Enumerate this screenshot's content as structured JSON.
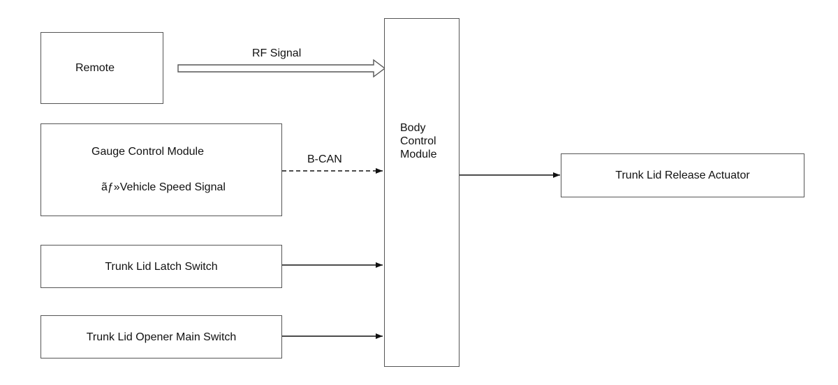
{
  "blocks": {
    "remote": "Remote",
    "gauge_title": "Gauge Control Module",
    "gauge_signal": "ãƒ»Vehicle Speed Signal",
    "latch_switch": "Trunk Lid Latch Switch",
    "opener_switch": "Trunk Lid Opener Main Switch",
    "bcm_line1": "Body",
    "bcm_line2": "Control",
    "bcm_line3": "Module",
    "actuator": "Trunk Lid Release Actuator"
  },
  "links": {
    "rf": "RF Signal",
    "bcan": "B-CAN"
  }
}
